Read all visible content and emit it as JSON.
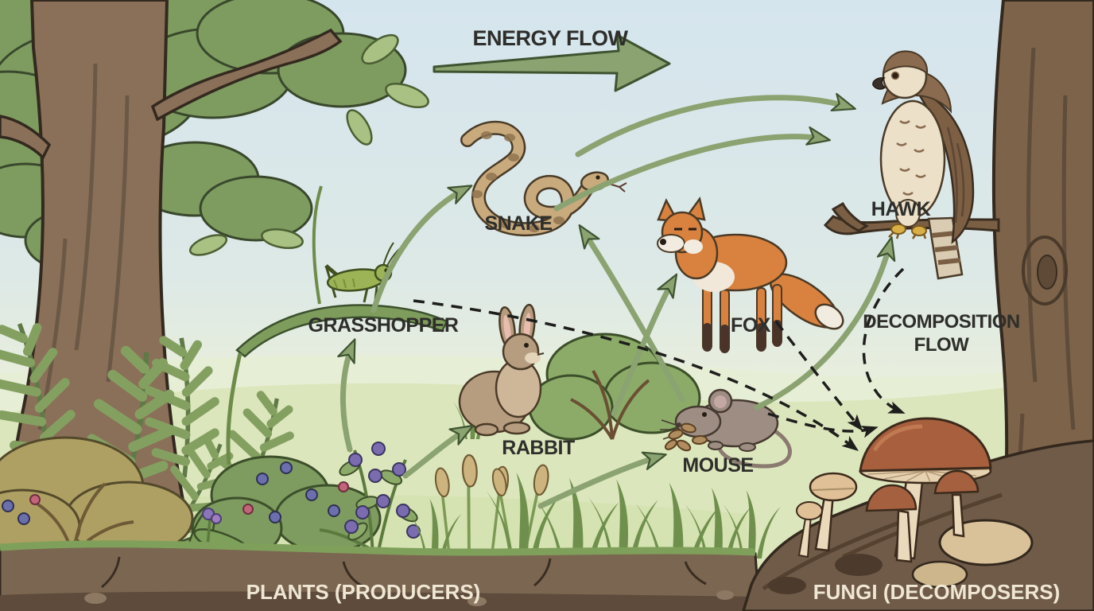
{
  "diagram": {
    "title": "Forest food web: energy flow and decomposition flow",
    "flow_labels": {
      "energy": "ENERGY FLOW",
      "decomposition": "DECOMPOSITION FLOW"
    },
    "organisms": {
      "grasshopper": "GRASSHOPPER",
      "snake": "SNAKE",
      "hawk": "HAWK",
      "fox": "FOX",
      "rabbit": "RABBIT",
      "mouse": "MOUSE"
    },
    "zones": {
      "plants": "PLANTS (PRODUCERS)",
      "fungi": "FUNGI (DECOMPOSERS)"
    },
    "relationships": {
      "energy_arrows": [
        {
          "from": "plants",
          "to": "grasshopper"
        },
        {
          "from": "plants",
          "to": "rabbit"
        },
        {
          "from": "plants",
          "to": "mouse"
        },
        {
          "from": "grasshopper",
          "to": "snake"
        },
        {
          "from": "mouse",
          "to": "snake"
        },
        {
          "from": "rabbit",
          "to": "fox"
        },
        {
          "from": "snake",
          "to": "hawk"
        },
        {
          "from": "fox",
          "to": "hawk"
        },
        {
          "from": "mouse",
          "to": "hawk"
        }
      ],
      "decomposition_arrows": [
        {
          "from": "grasshopper",
          "to": "fungi"
        },
        {
          "from": "fox",
          "to": "fungi"
        },
        {
          "from": "mouse",
          "to": "fungi"
        },
        {
          "from": "hawk",
          "to": "fungi"
        }
      ]
    },
    "colors": {
      "solid_arrow_green": "#8ba271",
      "arrow_outline": "#3e5431",
      "dashed_arrow_black": "#1e1e1c",
      "label_text": "#2e2e2b",
      "soil_label_text": "#efe7d4",
      "sky": "#d5e5ee",
      "grass": "#dce6bc",
      "soil": "#7b6751"
    }
  }
}
